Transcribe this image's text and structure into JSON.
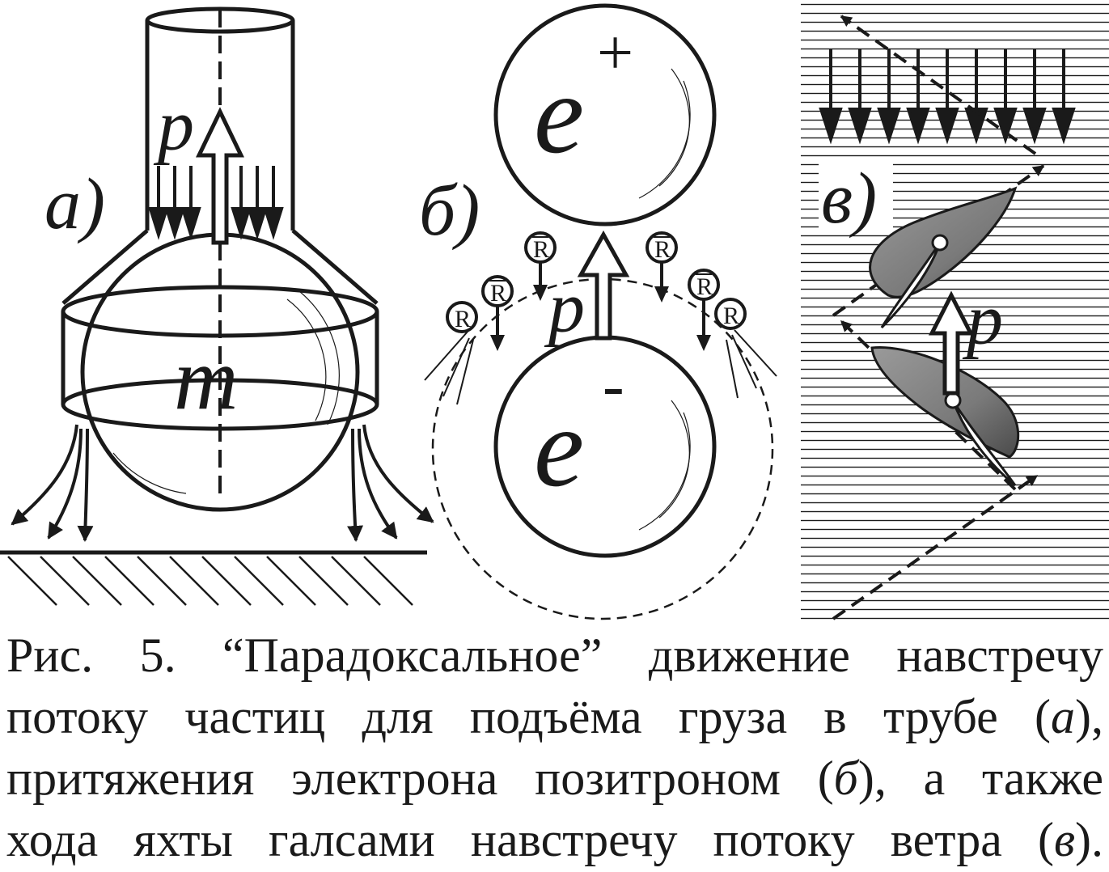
{
  "panels": {
    "a": {
      "label": "а)",
      "mass_label": "m",
      "momentum_label": "p"
    },
    "b": {
      "label": "б)",
      "positron_symbol": "e",
      "positron_charge": "+",
      "electron_symbol": "e",
      "electron_charge": "-",
      "momentum_label": "p",
      "particle_label": "R",
      "antiparticle_label": "R"
    },
    "v": {
      "label": "в)",
      "momentum_label": "p"
    }
  },
  "caption": {
    "line1": "Рис. 5. “Парадоксальное” движение навстречу",
    "line2_pre": "потоку частиц для подъёма груза в трубе (",
    "line2_ref": "а",
    "line2_post": "),",
    "line3_pre": "притяжения электрона позитроном (",
    "line3_ref": "б",
    "line3_post": "), а также",
    "line4_pre": "хода яхты галсами навстречу потоку ветра (",
    "line4_ref": "в",
    "line4_post": ")."
  },
  "colors": {
    "ink": "#1a1a1a",
    "sail_fill": "#8c8c8c",
    "background": "#ffffff"
  }
}
